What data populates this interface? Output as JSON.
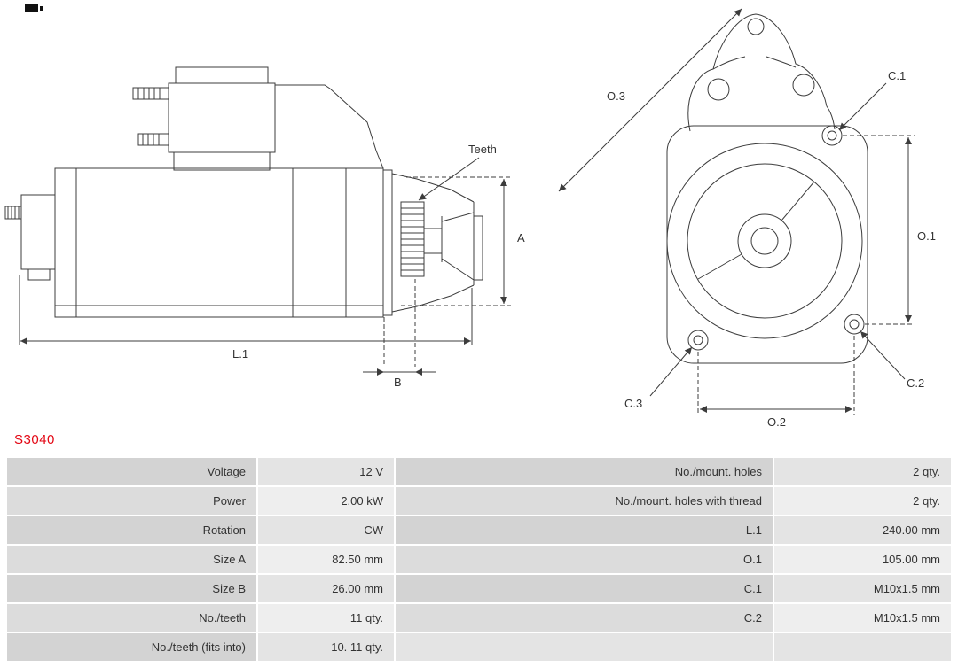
{
  "part_number": "S3040",
  "colors": {
    "accent": "#e30613",
    "line": "#3c3c3c",
    "label_cell": "#d3d3d3",
    "value_cell": "#e4e4e4"
  },
  "diagram": {
    "side_view": {
      "labels": {
        "teeth": "Teeth",
        "a": "A",
        "l1": "L.1",
        "b": "B"
      }
    },
    "front_view": {
      "labels": {
        "o3": "O.3",
        "c1": "C.1",
        "o1": "O.1",
        "c3": "C.3",
        "o2": "O.2",
        "c2": "C.2"
      }
    }
  },
  "specs": {
    "rows": [
      {
        "label": "Voltage",
        "value": "12 V",
        "label2": "No./mount. holes",
        "value2": "2 qty."
      },
      {
        "label": "Power",
        "value": "2.00 kW",
        "label2": "No./mount. holes with thread",
        "value2": "2 qty."
      },
      {
        "label": "Rotation",
        "value": "CW",
        "label2": "L.1",
        "value2": "240.00 mm"
      },
      {
        "label": "Size A",
        "value": "82.50 mm",
        "label2": "O.1",
        "value2": "105.00 mm"
      },
      {
        "label": "Size B",
        "value": "26.00 mm",
        "label2": "C.1",
        "value2": "M10x1.5 mm"
      },
      {
        "label": "No./teeth",
        "value": "11 qty.",
        "label2": "C.2",
        "value2": "M10x1.5 mm"
      },
      {
        "label": "No./teeth (fits into)",
        "value": "10. 11 qty.",
        "label2": "",
        "value2": ""
      }
    ]
  }
}
